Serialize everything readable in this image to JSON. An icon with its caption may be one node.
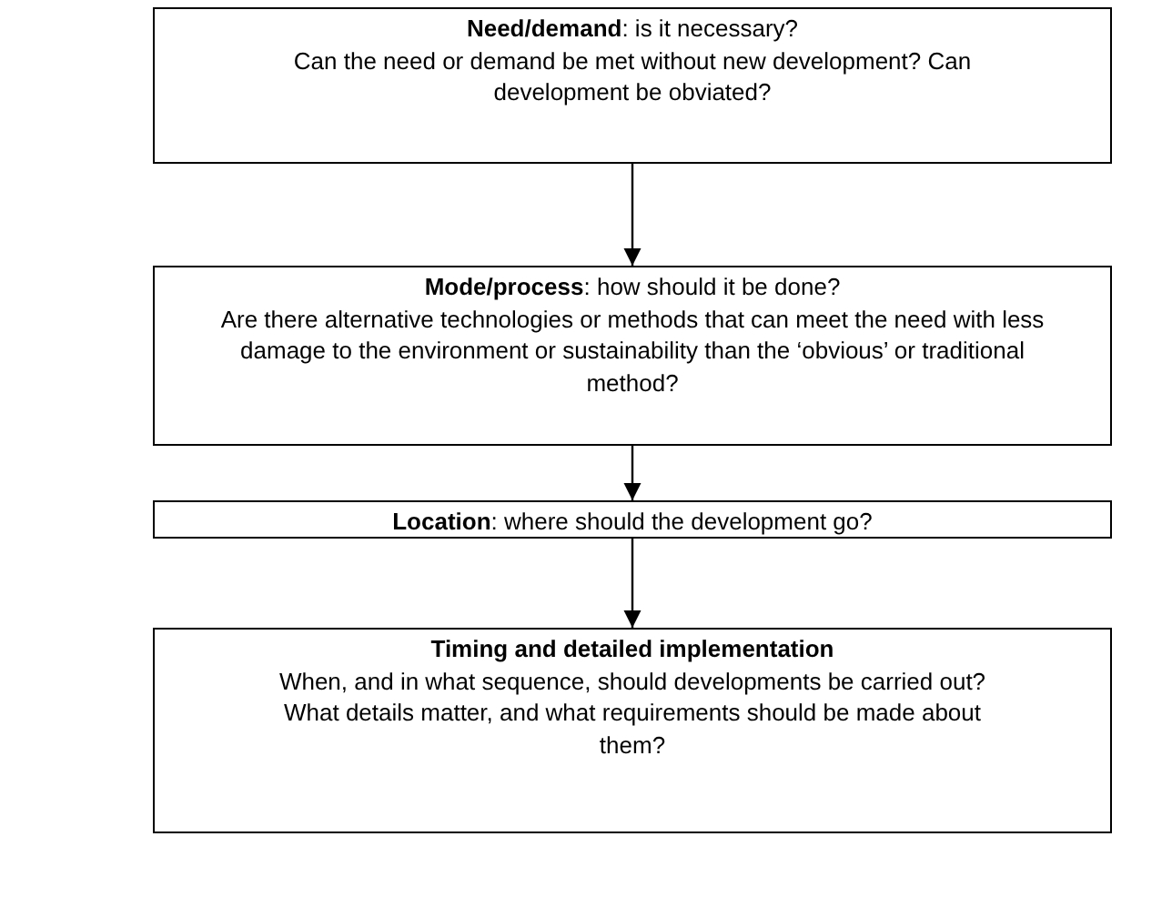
{
  "diagram": {
    "nodes": [
      {
        "text": [
          "**Need/demand**: is it necessary?",
          "Can the need or demand be met without new development? Can development be obviated?"
        ]
      },
      {
        "text": [
          "**Mode/process**: how should it be done?",
          "Are there alternative technologies or methods that can meet the need with less damage to the environment or sustainability than the ‘obvious’ or traditional method?"
        ]
      },
      {
        "text": [
          "**Location**: where should the development go?"
        ]
      },
      {
        "text": [
          "Timing and detailed implementation",
          "When, and in what sequence, should developments be carried out? What details matter, and what requirements should be made about them?"
        ]
      }
    ],
    "edges": [
      {
        "from": 0,
        "to": 1,
        "arrow": "to"
      },
      {
        "from": 1,
        "to": 2,
        "arrow": "to"
      },
      {
        "from": 2,
        "to": 3,
        "arrow": "to"
      }
    ]
  }
}
